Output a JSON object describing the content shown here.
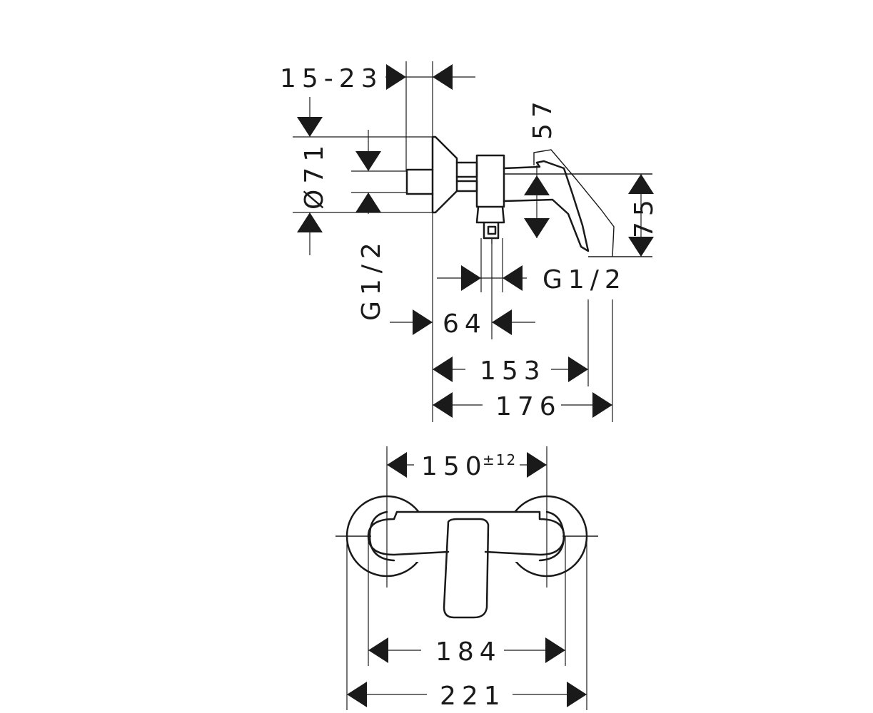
{
  "side_view": {
    "dims": {
      "wall_depth": "15-23",
      "rosette_dia": "Ø71",
      "inlet_thread": "G1/2",
      "height_57": "57",
      "height_75": "75",
      "outlet_thread": "G1/2",
      "offset_64": "64",
      "projection_153": "153",
      "projection_176": "176"
    }
  },
  "front_view": {
    "dims": {
      "centers_value": "150",
      "centers_tolerance": "±12",
      "width_184": "184",
      "width_221": "221"
    }
  }
}
